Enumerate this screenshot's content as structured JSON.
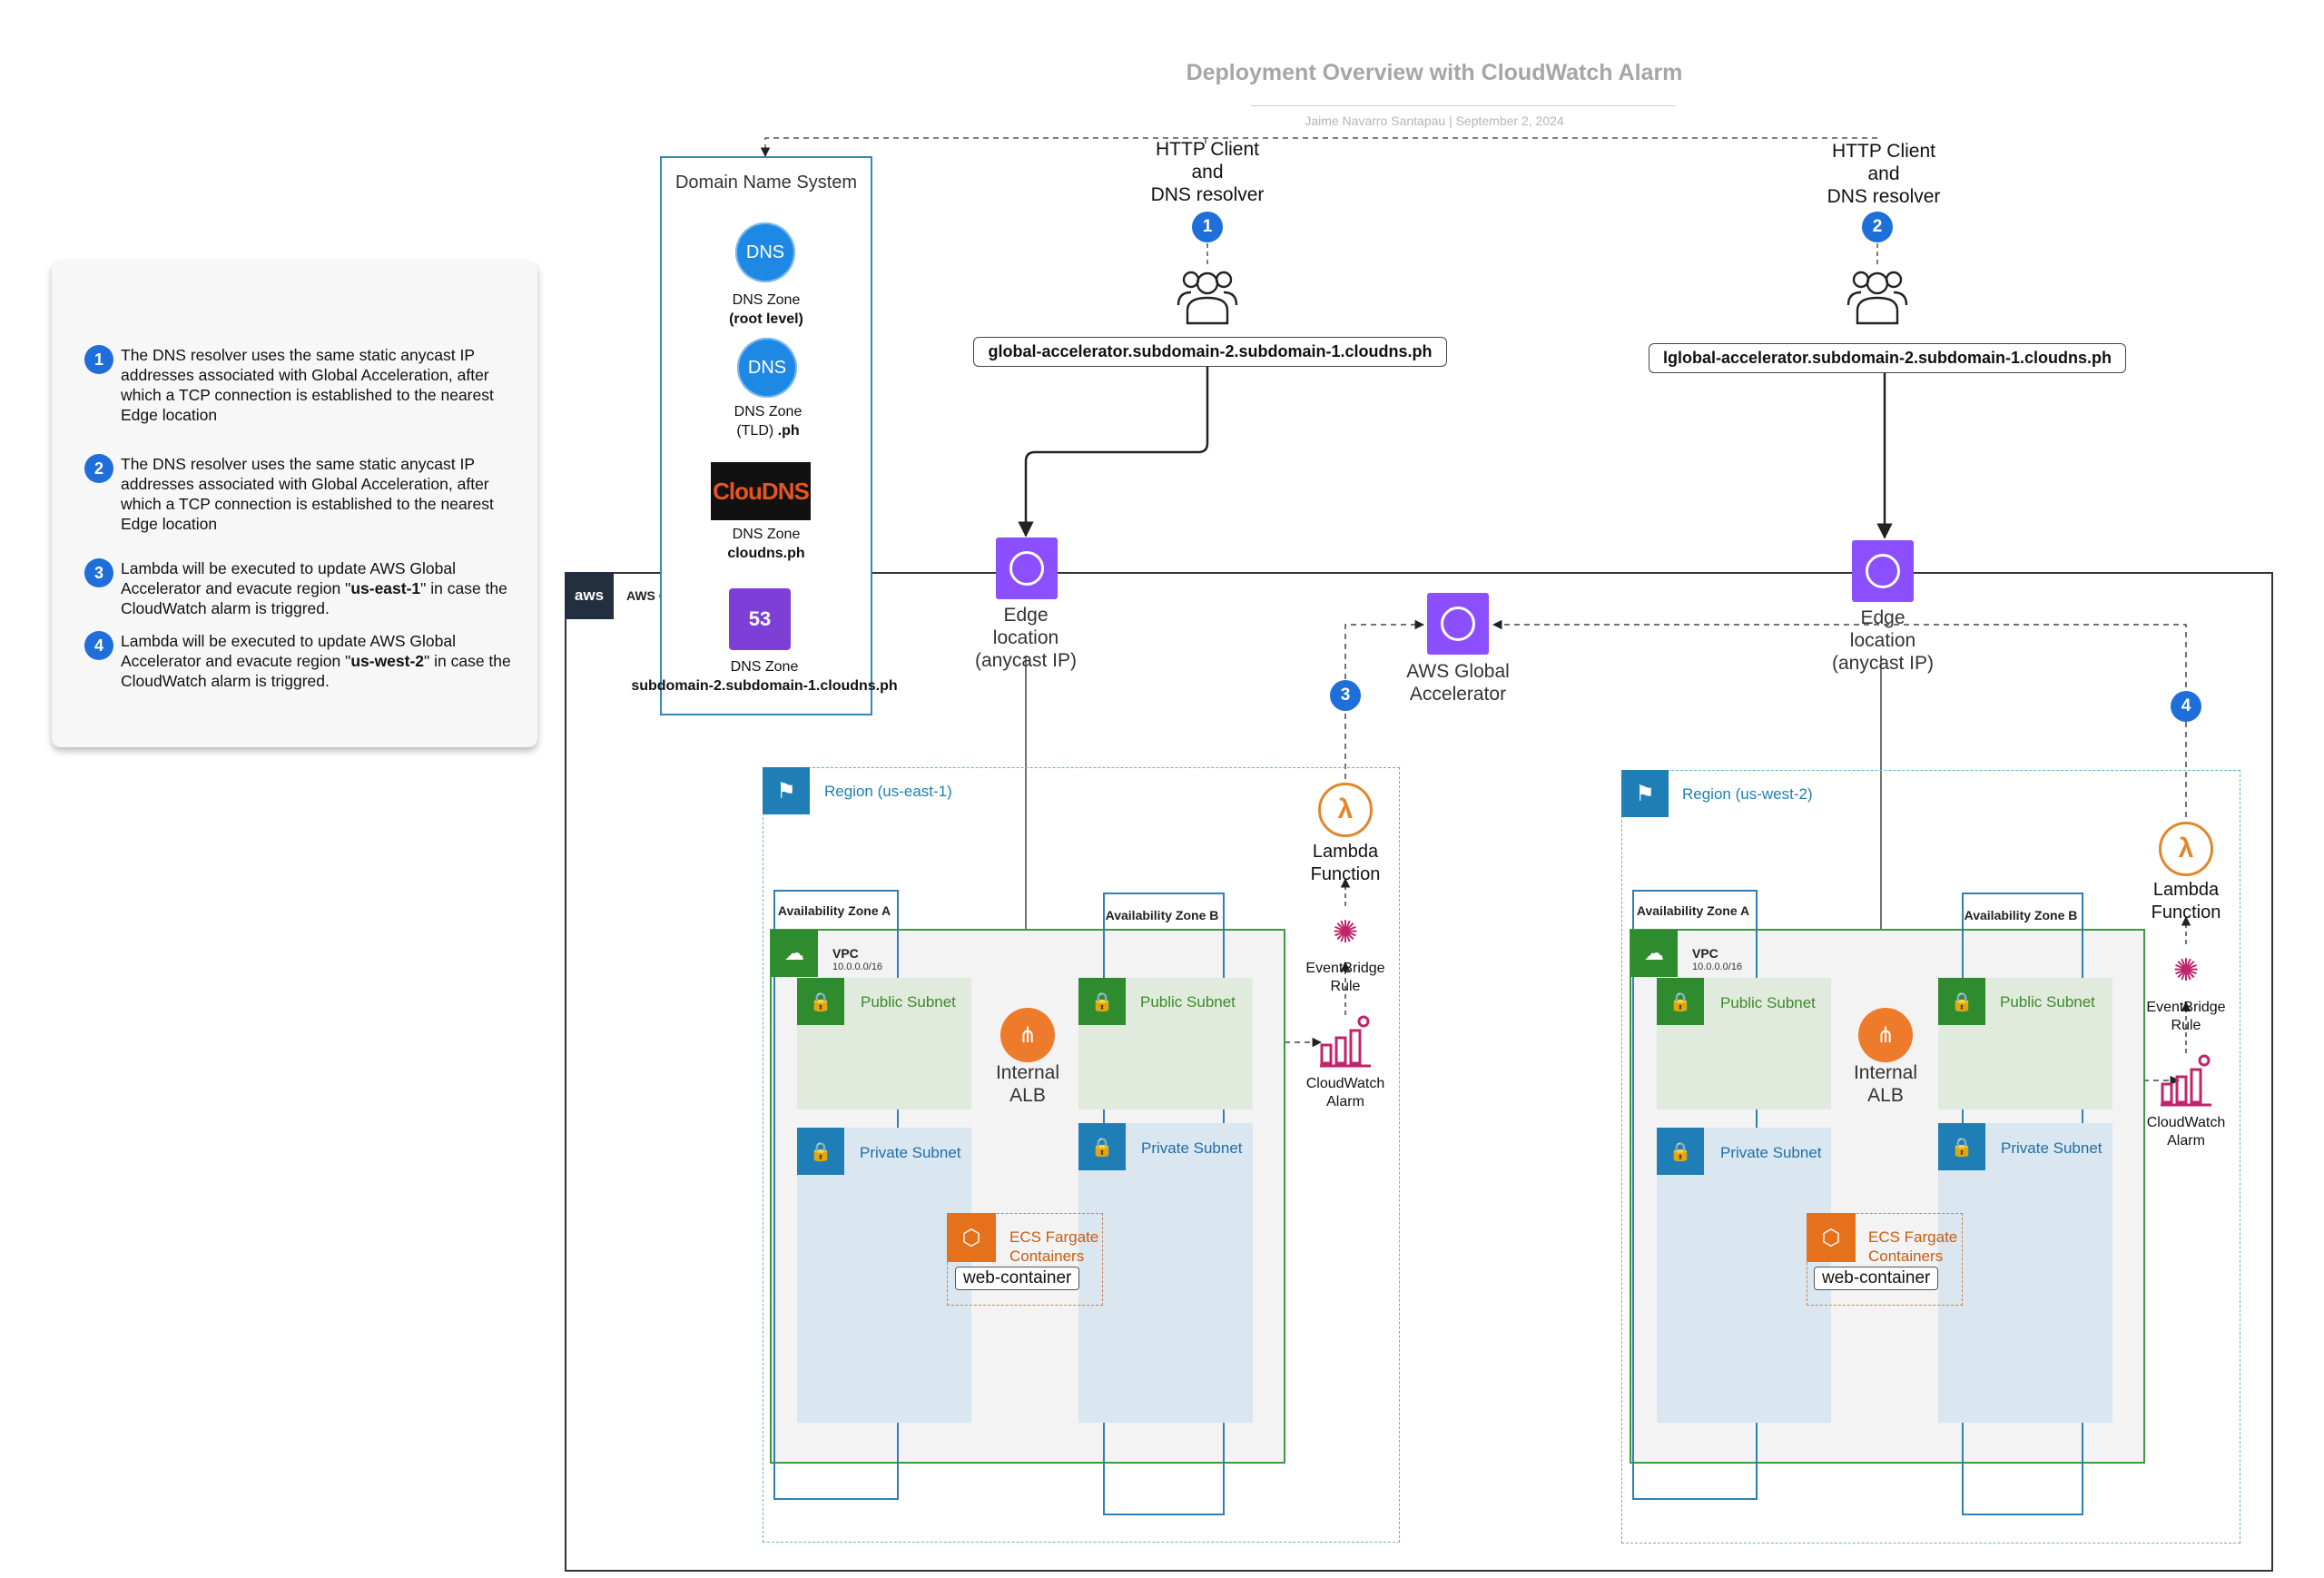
{
  "header": {
    "title": "Deployment Overview with CloudWatch Alarm",
    "subtitle": "Jaime Navarro Santapau  |  September 2, 2024"
  },
  "clients": [
    {
      "label_lines": [
        "HTTP Client",
        "and",
        "DNS resolver"
      ],
      "badge": "1",
      "domain": "global-accelerator.subdomain-2.subdomain-1.cloudns.ph"
    },
    {
      "label_lines": [
        "HTTP Client",
        "and",
        "DNS resolver"
      ],
      "badge": "2",
      "domain": "lglobal-accelerator.subdomain-2.subdomain-1.cloudns.ph"
    }
  ],
  "legend": [
    {
      "num": "1",
      "text": "The DNS resolver uses the same static anycast IP addresses associated with Global Acceleration, after which a TCP connection is established to the nearest Edge location"
    },
    {
      "num": "2",
      "text": "The DNS resolver uses the same static anycast IP addresses associated with Global Acceleration, after which a TCP connection is established to the nearest Edge location"
    },
    {
      "num": "3",
      "pre": "Lambda will be executed to update AWS Global Accelerator and evacute region \"",
      "bold": "us-east-1",
      "post": "\" in case the CloudWatch alarm is triggred."
    },
    {
      "num": "4",
      "pre": "Lambda will be executed to update AWS Global Accelerator and evacute region \"",
      "bold": "us-west-2",
      "post": "\" in case the CloudWatch alarm is triggred."
    }
  ],
  "dns": {
    "title": "Domain Name System",
    "zones": [
      {
        "icon": "DNS",
        "line1": "DNS Zone",
        "line2": "(root level)"
      },
      {
        "icon": "DNS",
        "line1": "DNS Zone",
        "line2_pre": "(TLD) ",
        "line2_bold": ".ph"
      },
      {
        "icon": "ClouDNS",
        "line1": "DNS Zone",
        "line2": "cloudns.ph"
      },
      {
        "icon": "53",
        "line1": "DNS Zone",
        "line2": "subdomain-2.subdomain-1.cloudns.ph"
      }
    ]
  },
  "aws": {
    "logo": "aws",
    "cloud_label": "AWS Cloud",
    "edge_label_lines": [
      "Edge",
      "location",
      "(anycast IP)"
    ],
    "accelerator_lines": [
      "AWS Global",
      "Accelerator"
    ],
    "badge3": "3",
    "badge4": "4",
    "regions": [
      {
        "label": "Region (us-east-1)",
        "az_a": "Availability Zone A",
        "az_b": "Availability Zone B",
        "vpc": "VPC",
        "cidr": "10.0.0.0/16",
        "public_subnet": "Public Subnet",
        "private_subnet": "Private Subnet",
        "alb_lines": [
          "Internal",
          "ALB"
        ],
        "ecs_lines": [
          "ECS Fargate",
          "Containers"
        ],
        "container": "web-container",
        "lambda_lines": [
          "Lambda",
          "Function"
        ],
        "eventbridge_lines": [
          "EventBridge",
          "Rule"
        ],
        "cloudwatch_lines": [
          "CloudWatch",
          "Alarm"
        ]
      },
      {
        "label": "Region (us-west-2)",
        "az_a": "Availability Zone A",
        "az_b": "Availability Zone B",
        "vpc": "VPC",
        "cidr": "10.0.0.0/16",
        "public_subnet": "Public Subnet",
        "private_subnet": "Private Subnet",
        "alb_lines": [
          "Internal",
          "ALB"
        ],
        "ecs_lines": [
          "ECS Fargate",
          "Containers"
        ],
        "container": "web-container",
        "lambda_lines": [
          "Lambda",
          "Function"
        ],
        "eventbridge_lines": [
          "EventBridge",
          "Rule"
        ],
        "cloudwatch_lines": [
          "CloudWatch",
          "Alarm"
        ]
      }
    ]
  },
  "colors": {
    "badge": "#1e6fd9",
    "region": "#1f7eb5",
    "vpc": "#2e8b2e",
    "accelerator": "#8c4fff",
    "lambda": "#e2862c",
    "cloudwatch": "#c0246d",
    "ecs": "#e6711d"
  }
}
